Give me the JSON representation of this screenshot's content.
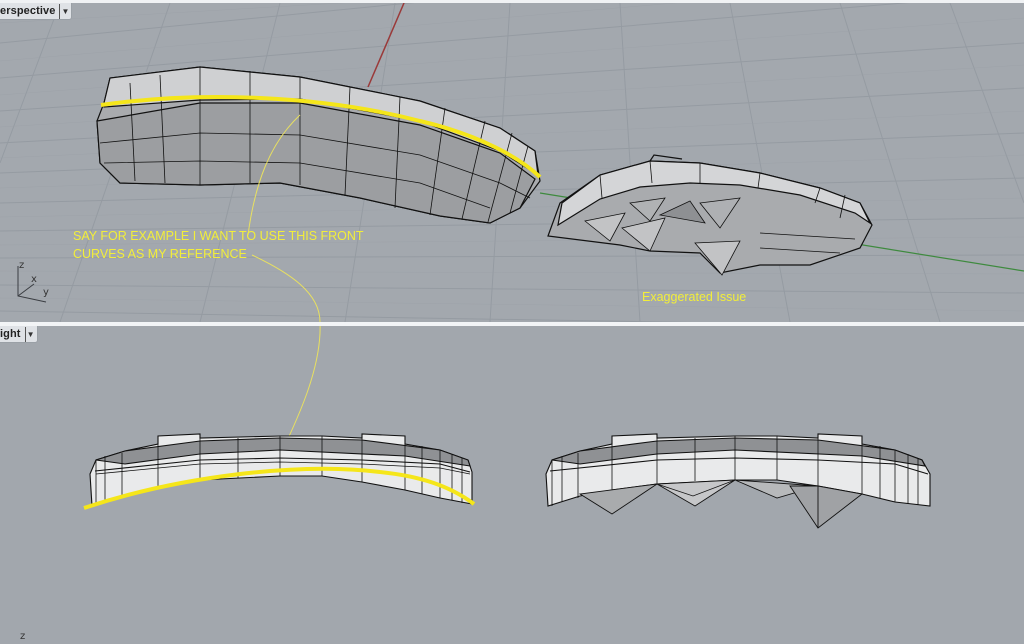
{
  "viewports": {
    "perspective": {
      "title": "Perspective",
      "visible_title": "erspective",
      "dropdown_icon": "triangle-down"
    },
    "right": {
      "title": "Right",
      "visible_title": "ight",
      "dropdown_icon": "triangle-down"
    }
  },
  "annotations": {
    "reference_line1": "SAY FOR EXAMPLE I WANT TO USE THIS FRONT",
    "reference_line2": "CURVES AS MY REFERENCE",
    "issue": "Exaggerated Issue"
  },
  "axis_widget": {
    "z": "z",
    "x": "x",
    "y": "y"
  },
  "right_axis_label": "z",
  "colors": {
    "viewport_bg": "#a3a8ae",
    "grid": "#8e939a",
    "x_axis": "#9a3a3a",
    "y_axis": "#3e8a3e",
    "highlight_curve": "#f5e61a",
    "annotation_text": "#f2ee3a",
    "mesh_face": "#c8c9cb",
    "mesh_edge": "#111111"
  }
}
